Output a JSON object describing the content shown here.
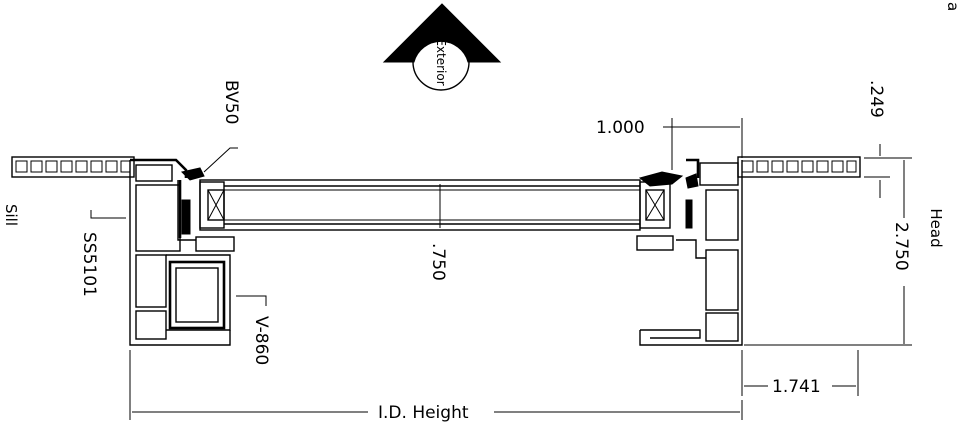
{
  "labels": {
    "exterior": "Exterior",
    "head": "Head",
    "sill": "Sill",
    "top_right_fragment": "a",
    "bv50": "BV50",
    "ss5101": "SS5101",
    "v860": "V-860",
    "id_height": "I.D. Height"
  },
  "dimensions": {
    "d_1000": "1.000",
    "d_249": ".249",
    "d_2750": "2.750",
    "d_750": ".750",
    "d_1741": "1.741"
  }
}
